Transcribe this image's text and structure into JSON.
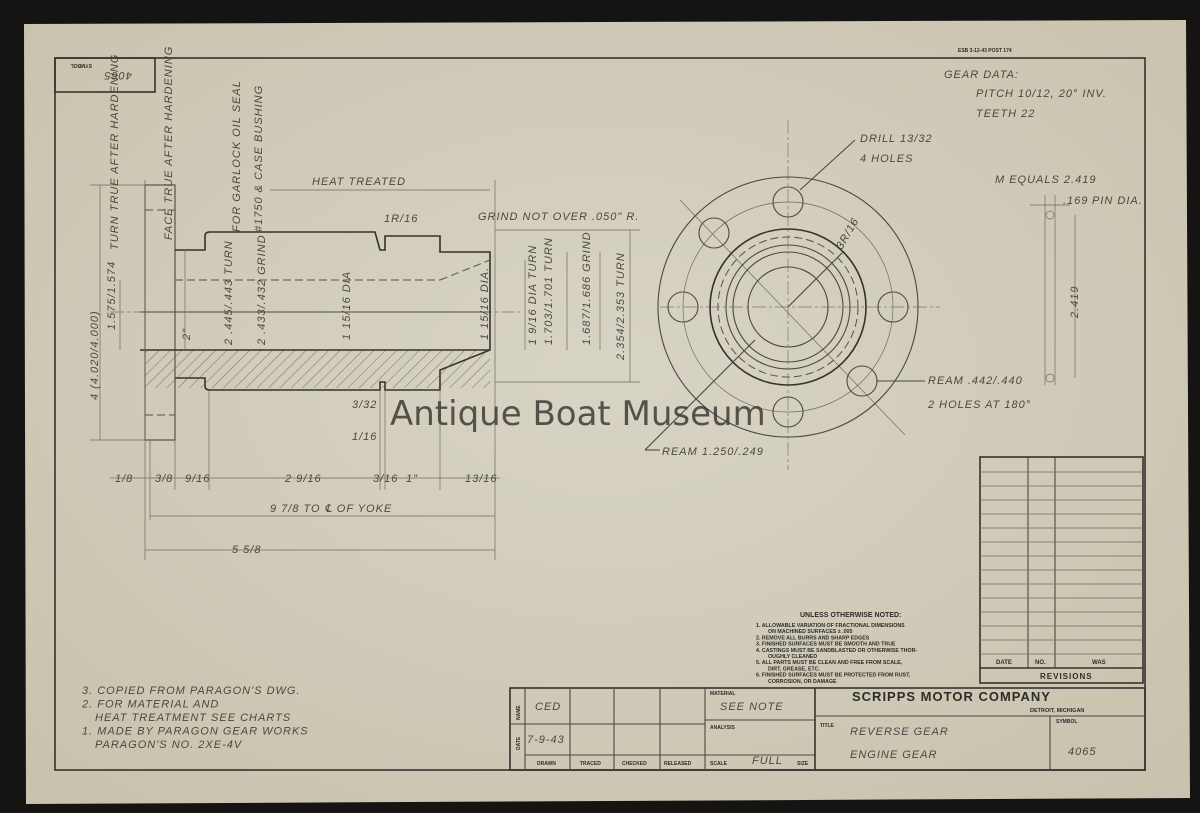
{
  "watermark": "Antique Boat Museum",
  "stamp_top": "ESB   3-12-43   POST 174",
  "symbol_corner": {
    "label": "SYMBOL",
    "value": "4065"
  },
  "gear_data": {
    "heading": "GEAR DATA:",
    "pitch": "PITCH  10/12, 20° INV.",
    "teeth": "TEETH  22",
    "m_equals": "M EQUALS 2.419",
    "pin_dim": ".169",
    "pin_label": "PIN DIA.",
    "pin_span": "2.419"
  },
  "side_view": {
    "turn_true": "TURN TRUE AFTER HARDENING",
    "face_true": "FACE TRUE AFTER HARDENING",
    "garlock": "FOR GARLOCK OIL SEAL",
    "case_bushing": "#1750 & CASE BUSHING",
    "heat_treated": "HEAT TREATED",
    "radius_1": "1R/16",
    "grind_note": "GRIND NOT OVER .050\" R.",
    "overall_dia": "4 (4.020/4.000)",
    "d_1575": "1.575/1.574",
    "d_2in": "2\"",
    "d_turn": "2 .445/.443 TURN",
    "d_grind": "2 .433/.432 GRIND",
    "d_dia1": "1 15/16 DIA",
    "d_dia2": "1 15/16 DIA.",
    "d_dia3": "1 9/16 DIA TURN",
    "d_1703": "1.703/1.701 TURN",
    "d_1687": "1.687/1.686 GRIND",
    "d_2354": "2.354/2.353 TURN",
    "d_3_32": "3/32",
    "d_1_16": "1/16"
  },
  "length_dims": [
    "1/8",
    "3/8",
    "9/16",
    "2 9/16",
    "3/16",
    "1\"",
    "13/16"
  ],
  "yoke_dim": "9 7/8  TO ℄ OF YOKE",
  "overall_len": "5 5/8",
  "end_view": {
    "drill": "DRILL 13/32",
    "holes": "4 HOLES",
    "radius": "3R/16",
    "ream_small": "REAM .442/.440",
    "ream_small_holes": "2 HOLES AT 180°",
    "ream_large": "REAM 1.250/.249"
  },
  "notes": [
    "3. COPIED FROM PARAGON'S DWG.",
    "2. FOR MATERIAL AND",
    "HEAT TREATMENT SEE CHARTS",
    "1. MADE BY PARAGON GEAR WORKS",
    "PARAGON'S NO. 2XE-4V"
  ],
  "general_notes": {
    "heading": "UNLESS OTHERWISE NOTED:",
    "lines": [
      "1. ALLOWABLE VARIATION OF FRACTIONAL DIMENSIONS",
      "ON MACHINED SURFACES ± .005",
      "2. REMOVE ALL BURRS AND SHARP EDGES",
      "3. FINISHED SURFACES MUST BE SMOOTH AND TRUE",
      "4. CASTINGS MUST BE SANDBLASTED OR OTHERWISE THOR-",
      "OUGHLY CLEANED",
      "5. ALL PARTS MUST BE CLEAN AND FREE FROM SCALE,",
      "DIRT, GREASE, ETC.",
      "6. FINISHED SURFACES MUST BE PROTECTED FROM RUST,",
      "CORROSION, OR DAMAGE"
    ]
  },
  "revisions": {
    "date": "DATE",
    "no": "NO.",
    "was": "WAS",
    "title": "REVISIONS"
  },
  "title_block": {
    "name_label": "NAME",
    "name": "CED",
    "date_label": "DATE",
    "date": "7-9-43",
    "drawn": "DRAWN",
    "traced": "TRACED",
    "checked": "CHECKED",
    "released": "RELEASED",
    "material_label": "MATERIAL",
    "material": "SEE NOTE",
    "analysis_label": "ANALYSIS",
    "scale_label": "SCALE",
    "scale": "FULL",
    "size_label": "SIZE",
    "company": "SCRIPPS MOTOR COMPANY",
    "location": "DETROIT, MICHIGAN",
    "title_label": "TITLE",
    "title_1": "REVERSE GEAR",
    "title_2": "ENGINE GEAR",
    "symbol_label": "SYMBOL",
    "symbol": "4065"
  }
}
